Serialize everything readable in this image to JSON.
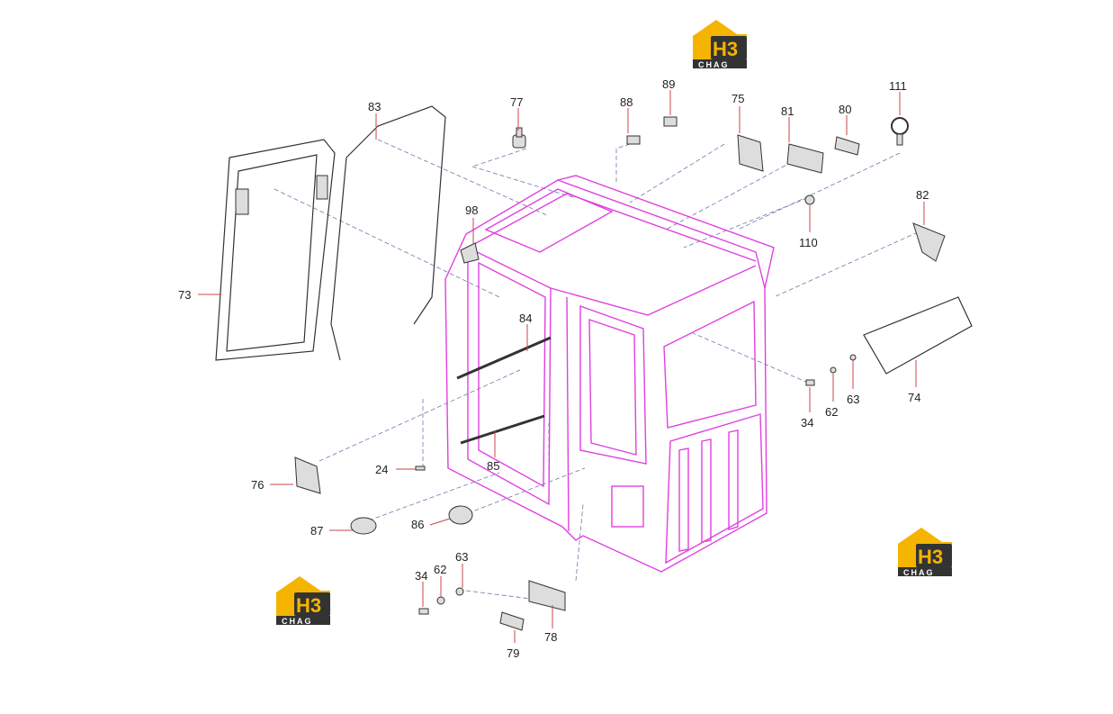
{
  "colors": {
    "cab_outline": "#e040e0",
    "logo_yellow": "#f5b400",
    "logo_dark": "#333333",
    "leader_red": "#cc4444",
    "dash_blue": "#6a7aa8"
  },
  "logos": [
    {
      "mark": "H3",
      "word": "CHAG"
    },
    {
      "mark": "H3",
      "word": "CHAG"
    },
    {
      "mark": "H3",
      "word": "CHAG"
    }
  ],
  "callouts": {
    "c73": "73",
    "c83": "83",
    "c77": "77",
    "c88": "88",
    "c89": "89",
    "c75": "75",
    "c81": "81",
    "c80": "80",
    "c111": "111",
    "c98": "98",
    "c110": "110",
    "c82": "82",
    "c84": "84",
    "c74": "74",
    "c34a": "34",
    "c62a": "62",
    "c63a": "63",
    "c24": "24",
    "c85": "85",
    "c76": "76",
    "c87": "87",
    "c86": "86",
    "c34b": "34",
    "c62b": "62",
    "c63b": "63",
    "c78": "78",
    "c79": "79"
  }
}
